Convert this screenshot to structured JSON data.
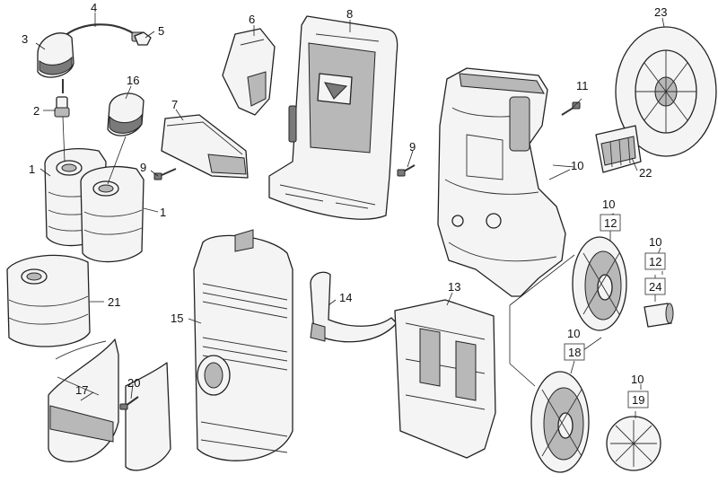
{
  "diagram": {
    "callouts": {
      "c1a": "1",
      "c1b": "1",
      "c2": "2",
      "c3": "3",
      "c4": "4",
      "c5": "5",
      "c6": "6",
      "c7": "7",
      "c8": "8",
      "c9a": "9",
      "c9b": "9",
      "c10a": "10",
      "c10b": "10",
      "c10c": "10",
      "c10d": "10",
      "c10e": "10",
      "c11": "11",
      "c12a": "12",
      "c12b": "12",
      "c13": "13",
      "c14": "14",
      "c15": "15",
      "c16": "16",
      "c17": "17",
      "c18": "18",
      "c19": "19",
      "c20": "20",
      "c21": "21",
      "c22": "22",
      "c23": "23",
      "c24": "24"
    },
    "colors": {
      "line": "#222222",
      "fill": "#f4f4f4",
      "shade": "#b8b8b8"
    }
  }
}
